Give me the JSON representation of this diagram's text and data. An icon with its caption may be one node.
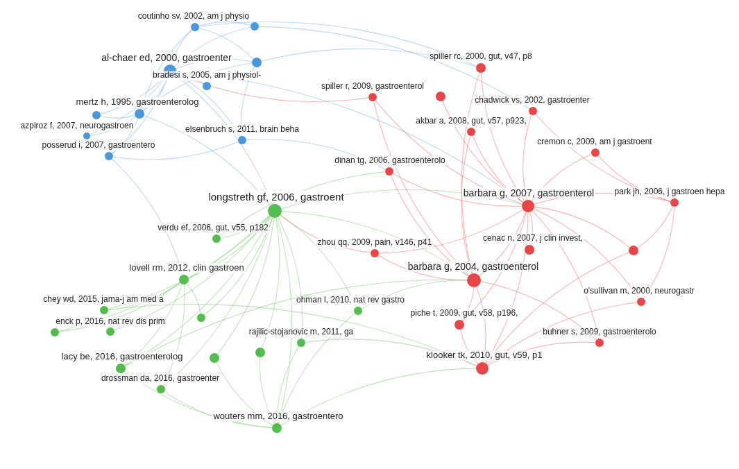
{
  "diagram": {
    "nodes": [
      {
        "text": [],
        "shape": "circle",
        "beside": [
          "coutinho sv, 2002, am j physio"
        ]
      },
      {
        "text": [],
        "shape": "circle"
      },
      {
        "text": [],
        "shape": "circle"
      },
      {
        "text": [],
        "shape": "circle",
        "beside": [
          "al-chaer ed, 2000, gastroenter"
        ]
      },
      {
        "text": [],
        "shape": "circle",
        "beside": [
          "bradesi s, 2005, am j physiol-"
        ]
      },
      {
        "text": [],
        "shape": "circle",
        "beside": [
          "mertz h, 1995, gastroenterolog"
        ]
      },
      {
        "text": [],
        "shape": "circle"
      },
      {
        "text": [],
        "shape": "circle",
        "beside": [
          "azpiroz f, 2007, neurogastroen"
        ]
      },
      {
        "text": [],
        "shape": "circle",
        "beside": [
          "elsenbruch s, 2011, brain beha"
        ]
      },
      {
        "text": [],
        "shape": "circle",
        "beside": [
          "posserud i, 2007, gastroentero"
        ]
      },
      {
        "text": [],
        "shape": "circle",
        "beside": [
          "longstreth gf, 2006, gastroent"
        ]
      },
      {
        "text": [],
        "shape": "circle",
        "beside": [
          "verdu ef, 2006, gut, v55, p182"
        ]
      },
      {
        "text": [],
        "shape": "circle",
        "beside": [
          "lovell rm, 2012, clin gastroen"
        ]
      },
      {
        "text": [],
        "shape": "circle",
        "beside": [
          "chey wd, 2015, jama-j am med a"
        ]
      },
      {
        "text": [],
        "shape": "circle"
      },
      {
        "text": [],
        "shape": "circle",
        "beside": [
          "ohman l, 2010, nat rev gastro"
        ]
      },
      {
        "text": [],
        "shape": "circle",
        "beside": [
          "enck p, 2016, nat rev dis prim"
        ]
      },
      {
        "text": [],
        "shape": "circle"
      },
      {
        "text": [],
        "shape": "circle",
        "beside": [
          "rajilic-stojanovic m, 2011, ga"
        ]
      },
      {
        "text": [],
        "shape": "circle"
      },
      {
        "text": [],
        "shape": "circle"
      },
      {
        "text": [],
        "shape": "circle",
        "beside": [
          "lacy be, 2016, gastroenterolog"
        ]
      },
      {
        "text": [],
        "shape": "circle",
        "beside": [
          "drossman da, 2016, gastroenter"
        ]
      },
      {
        "text": [],
        "shape": "circle",
        "beside": [
          "wouters mm, 2016, gastroentero"
        ]
      },
      {
        "text": [],
        "shape": "circle",
        "beside": [
          "spiller rc, 2000, gut, v47, p8"
        ]
      },
      {
        "text": [],
        "shape": "circle",
        "beside": [
          "spiller r, 2009, gastroenterol"
        ]
      },
      {
        "text": [],
        "shape": "circle"
      },
      {
        "text": [],
        "shape": "circle",
        "beside": [
          "chadwick vs, 2002, gastroenter"
        ]
      },
      {
        "text": [],
        "shape": "circle",
        "beside": [
          "akbar a, 2008, gut, v57, p923,"
        ]
      },
      {
        "text": [],
        "shape": "circle",
        "beside": [
          "cremon c, 2009, am j gastroent"
        ]
      },
      {
        "text": [],
        "shape": "circle",
        "beside": [
          "dinan tg, 2006, gastroenterolo"
        ]
      },
      {
        "text": [],
        "shape": "circle",
        "beside": [
          "barbara g, 2007, gastroenterol"
        ]
      },
      {
        "text": [],
        "shape": "circle",
        "beside": [
          "park jh, 2006, j gastroen hepa"
        ]
      },
      {
        "text": [],
        "shape": "circle",
        "beside": [
          "zhou qq, 2009, pain, v146, p41"
        ]
      },
      {
        "text": [],
        "shape": "circle",
        "beside": [
          "cenac n, 2007, j clin invest,"
        ]
      },
      {
        "text": [],
        "shape": "circle"
      },
      {
        "text": [],
        "shape": "circle",
        "beside": [
          "barbara g, 2004, gastroenterol"
        ]
      },
      {
        "text": [],
        "shape": "circle",
        "beside": [
          "o'sullivan m, 2000, neurogastr"
        ]
      },
      {
        "text": [],
        "shape": "circle",
        "beside": [
          "piche t, 2009, gut, v58, p196,"
        ]
      },
      {
        "text": [],
        "shape": "circle",
        "beside": [
          "buhner s, 2009, gastroenterolo"
        ]
      },
      {
        "text": [],
        "shape": "circle",
        "beside": [
          "klooker tk, 2010, gut, v59, p1"
        ]
      }
    ],
    "edges": [
      {
        "from": 3,
        "to": 0,
        "arrow": "none",
        "color": "#86b9e8"
      },
      {
        "from": 3,
        "to": 1,
        "arrow": "none",
        "color": "#86b9e8"
      },
      {
        "from": 3,
        "to": 2,
        "arrow": "none",
        "color": "#86b9e8"
      },
      {
        "from": 3,
        "to": 4,
        "arrow": "none",
        "color": "#86b9e8"
      },
      {
        "from": 3,
        "to": 5,
        "arrow": "none",
        "color": "#86b9e8"
      },
      {
        "from": 3,
        "to": 6,
        "arrow": "none",
        "color": "#86b9e8"
      },
      {
        "from": 3,
        "to": 7,
        "arrow": "none",
        "color": "#86b9e8"
      },
      {
        "from": 3,
        "to": 8,
        "arrow": "none",
        "color": "#86b9e8"
      },
      {
        "from": 3,
        "to": 9,
        "arrow": "none",
        "color": "#86b9e8"
      },
      {
        "from": 5,
        "to": 0,
        "arrow": "none",
        "color": "#86b9e8"
      },
      {
        "from": 5,
        "to": 2,
        "arrow": "none",
        "color": "#86b9e8"
      },
      {
        "from": 5,
        "to": 6,
        "arrow": "none",
        "color": "#86b9e8"
      },
      {
        "from": 5,
        "to": 7,
        "arrow": "none",
        "color": "#86b9e8"
      },
      {
        "from": 5,
        "to": 9,
        "arrow": "none",
        "color": "#86b9e8"
      },
      {
        "from": 0,
        "to": 1,
        "arrow": "none",
        "color": "#86b9e8"
      },
      {
        "from": 0,
        "to": 2,
        "arrow": "none",
        "color": "#86b9e8"
      },
      {
        "from": 8,
        "to": 2,
        "arrow": "none",
        "color": "#86b9e8"
      },
      {
        "from": 8,
        "to": 9,
        "arrow": "none",
        "color": "#86b9e8"
      },
      {
        "from": 2,
        "to": 24,
        "arrow": "none",
        "color": "#86b9e8"
      },
      {
        "from": 0,
        "to": 24,
        "arrow": "none",
        "color": "#86b9e8"
      },
      {
        "from": 1,
        "to": 27,
        "arrow": "none",
        "color": "#86b9e8"
      },
      {
        "from": 3,
        "to": 31,
        "arrow": "none",
        "color": "#86b9e8"
      },
      {
        "from": 3,
        "to": 10,
        "arrow": "none",
        "color": "#86b9e8"
      },
      {
        "from": 5,
        "to": 10,
        "arrow": "none",
        "color": "#86b9e8"
      },
      {
        "from": 8,
        "to": 30,
        "arrow": "none",
        "color": "#86b9e8"
      },
      {
        "from": 9,
        "to": 12,
        "arrow": "none",
        "color": "#86b9e8"
      },
      {
        "from": 10,
        "to": 11,
        "arrow": "none",
        "color": "#88d07e"
      },
      {
        "from": 10,
        "to": 12,
        "arrow": "none",
        "color": "#88d07e"
      },
      {
        "from": 10,
        "to": 13,
        "arrow": "none",
        "color": "#88d07e"
      },
      {
        "from": 10,
        "to": 14,
        "arrow": "none",
        "color": "#88d07e"
      },
      {
        "from": 10,
        "to": 15,
        "arrow": "none",
        "color": "#88d07e"
      },
      {
        "from": 10,
        "to": 16,
        "arrow": "none",
        "color": "#88d07e"
      },
      {
        "from": 10,
        "to": 17,
        "arrow": "none",
        "color": "#88d07e"
      },
      {
        "from": 10,
        "to": 18,
        "arrow": "none",
        "color": "#88d07e"
      },
      {
        "from": 10,
        "to": 19,
        "arrow": "none",
        "color": "#88d07e"
      },
      {
        "from": 10,
        "to": 20,
        "arrow": "none",
        "color": "#88d07e"
      },
      {
        "from": 10,
        "to": 21,
        "arrow": "none",
        "color": "#88d07e"
      },
      {
        "from": 10,
        "to": 22,
        "arrow": "none",
        "color": "#88d07e"
      },
      {
        "from": 10,
        "to": 23,
        "arrow": "none",
        "color": "#88d07e"
      },
      {
        "from": 12,
        "to": 13,
        "arrow": "none",
        "color": "#88d07e"
      },
      {
        "from": 12,
        "to": 14,
        "arrow": "none",
        "color": "#88d07e"
      },
      {
        "from": 12,
        "to": 16,
        "arrow": "none",
        "color": "#88d07e"
      },
      {
        "from": 12,
        "to": 21,
        "arrow": "none",
        "color": "#88d07e"
      },
      {
        "from": 12,
        "to": 22,
        "arrow": "none",
        "color": "#88d07e"
      },
      {
        "from": 23,
        "to": 21,
        "arrow": "none",
        "color": "#88d07e"
      },
      {
        "from": 23,
        "to": 22,
        "arrow": "none",
        "color": "#88d07e"
      },
      {
        "from": 23,
        "to": 18,
        "arrow": "none",
        "color": "#88d07e"
      },
      {
        "from": 23,
        "to": 19,
        "arrow": "none",
        "color": "#88d07e"
      },
      {
        "from": 23,
        "to": 20,
        "arrow": "none",
        "color": "#88d07e"
      },
      {
        "from": 23,
        "to": 15,
        "arrow": "none",
        "color": "#88d07e"
      },
      {
        "from": 10,
        "to": 31,
        "arrow": "none",
        "color": "#88d07e"
      },
      {
        "from": 10,
        "to": 36,
        "arrow": "none",
        "color": "#88d07e"
      },
      {
        "from": 15,
        "to": 36,
        "arrow": "none",
        "color": "#88d07e"
      },
      {
        "from": 18,
        "to": 40,
        "arrow": "none",
        "color": "#88d07e"
      },
      {
        "from": 23,
        "to": 40,
        "arrow": "none",
        "color": "#88d07e"
      },
      {
        "from": 13,
        "to": 40,
        "arrow": "none",
        "color": "#88d07e"
      },
      {
        "from": 21,
        "to": 36,
        "arrow": "none",
        "color": "#88d07e"
      },
      {
        "from": 11,
        "to": 30,
        "arrow": "none",
        "color": "#88d07e"
      },
      {
        "from": 31,
        "to": 24,
        "arrow": "none"
      },
      {
        "from": 31,
        "to": 25,
        "arrow": "none"
      },
      {
        "from": 31,
        "to": 26,
        "arrow": "none"
      },
      {
        "from": 31,
        "to": 27,
        "arrow": "none"
      },
      {
        "from": 31,
        "to": 28,
        "arrow": "none"
      },
      {
        "from": 31,
        "to": 29,
        "arrow": "none"
      },
      {
        "from": 31,
        "to": 30,
        "arrow": "none"
      },
      {
        "from": 31,
        "to": 32,
        "arrow": "none"
      },
      {
        "from": 31,
        "to": 33,
        "arrow": "none"
      },
      {
        "from": 31,
        "to": 34,
        "arrow": "none"
      },
      {
        "from": 31,
        "to": 35,
        "arrow": "none"
      },
      {
        "from": 31,
        "to": 36,
        "arrow": "none"
      },
      {
        "from": 31,
        "to": 37,
        "arrow": "none"
      },
      {
        "from": 31,
        "to": 38,
        "arrow": "none"
      },
      {
        "from": 31,
        "to": 39,
        "arrow": "none"
      },
      {
        "from": 31,
        "to": 40,
        "arrow": "none"
      },
      {
        "from": 36,
        "to": 24,
        "arrow": "none"
      },
      {
        "from": 36,
        "to": 25,
        "arrow": "none"
      },
      {
        "from": 36,
        "to": 28,
        "arrow": "none"
      },
      {
        "from": 36,
        "to": 30,
        "arrow": "none"
      },
      {
        "from": 36,
        "to": 33,
        "arrow": "none"
      },
      {
        "from": 36,
        "to": 38,
        "arrow": "none"
      },
      {
        "from": 36,
        "to": 40,
        "arrow": "none"
      },
      {
        "from": 36,
        "to": 39,
        "arrow": "none"
      },
      {
        "from": 40,
        "to": 38,
        "arrow": "none"
      },
      {
        "from": 40,
        "to": 39,
        "arrow": "none"
      },
      {
        "from": 40,
        "to": 35,
        "arrow": "none"
      },
      {
        "from": 40,
        "to": 37,
        "arrow": "none"
      },
      {
        "from": 32,
        "to": 29,
        "arrow": "none"
      },
      {
        "from": 32,
        "to": 35,
        "arrow": "none"
      },
      {
        "from": 32,
        "to": 37,
        "arrow": "none"
      },
      {
        "from": 32,
        "to": 27,
        "arrow": "none"
      },
      {
        "from": 33,
        "to": 10,
        "arrow": "none"
      },
      {
        "from": 25,
        "to": 3,
        "arrow": "none"
      }
    ]
  }
}
